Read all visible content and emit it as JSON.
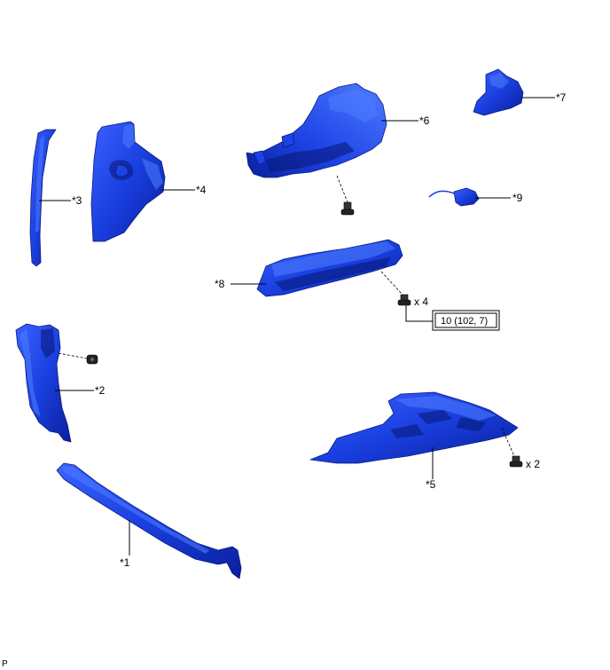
{
  "colors": {
    "part_fill": "#1a3fe0",
    "part_dark": "#0a1f9a",
    "part_light": "#4f7dff",
    "bolt": "#222222"
  },
  "callouts": {
    "c1": "*1",
    "c2": "*2",
    "c3": "*3",
    "c4": "*4",
    "c5": "*5",
    "c6": "*6",
    "c7": "*7",
    "c8": "*8",
    "c9": "*9"
  },
  "fastener_counts": {
    "glove_box_screws": "x 4",
    "lower_panel_screws": "x 2"
  },
  "torque": {
    "value": "10 (102, 7)"
  },
  "footer": {
    "code": "P"
  }
}
